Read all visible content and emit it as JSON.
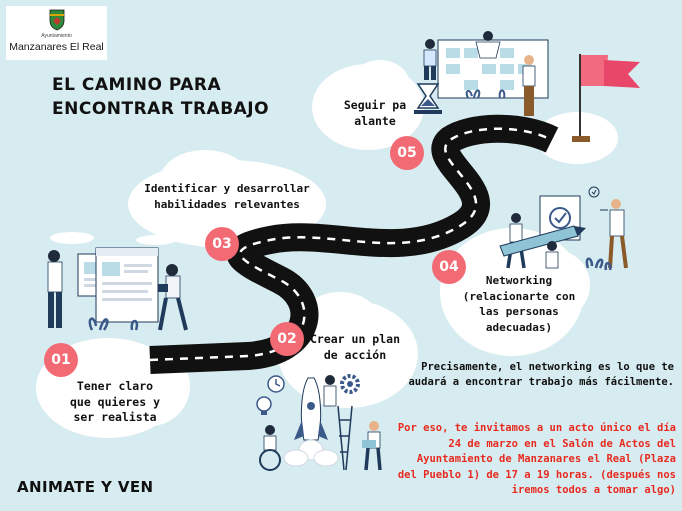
{
  "logo": {
    "small_text": "Ayuntamiento",
    "name": "Manzanares El Real",
    "shield_icon": "municipal-shield-icon"
  },
  "title": {
    "line1": "EL CAMINO PARA",
    "line2": "ENCONTRAR TRABAJO"
  },
  "steps": [
    {
      "number": "01",
      "label_lines": [
        "Tener claro",
        "que quieres y",
        "ser realista"
      ]
    },
    {
      "number": "02",
      "label_lines": [
        "Crear un plan",
        "de acción"
      ]
    },
    {
      "number": "03",
      "label_lines": [
        "Identificar y desarrollar",
        "habilidades relevantes"
      ]
    },
    {
      "number": "04",
      "label_lines": [
        "Networking",
        "(relacionarte con",
        "las personas",
        "adecuadas)"
      ]
    },
    {
      "number": "05",
      "label_lines": [
        "Seguir pa",
        "alante"
      ]
    }
  ],
  "networking_note": {
    "line1": "Precisamente, el networking es lo que te",
    "line2": "audará a encontrar trabajo más fácilmente."
  },
  "invitation": {
    "lines": [
      "Por eso, te invitamos a un acto único el día",
      "24 de marzo en el Salón de Actos del",
      "Ayuntamiento de Manzanares el Real  (Plaza",
      "del Pueblo 1) de 17 a 19 horas. (después nos",
      "iremos todos a tomar algo)"
    ]
  },
  "footer": {
    "cta": "ANIMATE Y VEN"
  },
  "colors": {
    "background": "#d7ecf0",
    "road": "#111111",
    "badge": "#f26a73",
    "flag": "#f26a80",
    "invitation_text": "#e8291f"
  },
  "icons": [
    "road-path",
    "goal-flag-icon",
    "rocket-icon",
    "hourglass-icon",
    "gear-icon",
    "lightbulb-icon",
    "clock-icon",
    "pencil-icon"
  ]
}
